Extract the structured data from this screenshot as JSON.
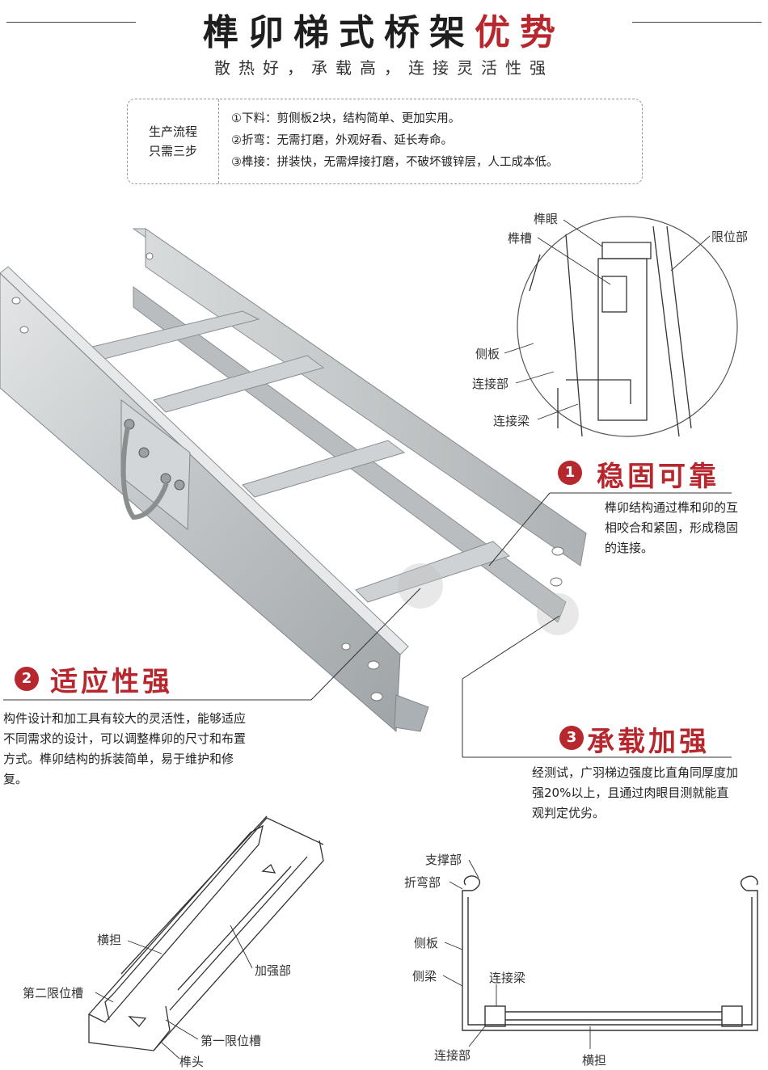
{
  "header": {
    "title_main": "榫卯梯式桥架",
    "title_highlight": "优势",
    "subtitle": "散热好，承载高，连接灵活性强"
  },
  "process": {
    "label_line1": "生产流程",
    "label_line2": "只需三步",
    "steps": [
      "①下料：剪侧板2块，结构简单、更加实用。",
      "②折弯：无需打磨，外观好看、延长寿命。",
      "③榫接：拼装快，无需焊接打磨，不破坏镀锌层，人工成本低。"
    ]
  },
  "detail_labels": {
    "mortise_eye": "榫眼",
    "mortise_slot": "榫槽",
    "limit_part": "限位部",
    "side_plate": "侧板",
    "connect_part": "连接部",
    "connect_beam": "连接梁"
  },
  "callouts": {
    "stable": {
      "num": "1",
      "title": "稳固可靠",
      "body": "榫卯结构通过榫和卯的互相咬合和紧固，形成稳固的连接。"
    },
    "adapt": {
      "num": "2",
      "title": "适应性强",
      "body": "构件设计和加工具有较大的灵活性，能够适应不同需求的设计，可以调整榫卯的尺寸和布置方式。榫卯结构的拆装简单，易于维护和修复。"
    },
    "load": {
      "num": "3",
      "title": "承载加强",
      "body": "经测试，广羽梯边强度比直角同厚度加强20%以上，且通过肉眼目测就能直观判定优劣。"
    }
  },
  "part_labels": {
    "crossbar": "横担",
    "reinforce": "加强部",
    "second_limit_slot": "第二限位槽",
    "first_limit_slot": "第一限位槽",
    "tenon_head": "榫头"
  },
  "section_labels": {
    "support": "支撑部",
    "fold": "折弯部",
    "side_plate": "侧板",
    "side_beam": "侧梁",
    "connect_beam": "连接梁",
    "connect_part": "连接部",
    "crossbar": "横担"
  },
  "colors": {
    "accent": "#b7272e",
    "text": "#222222",
    "metal": "#c9ccce"
  }
}
